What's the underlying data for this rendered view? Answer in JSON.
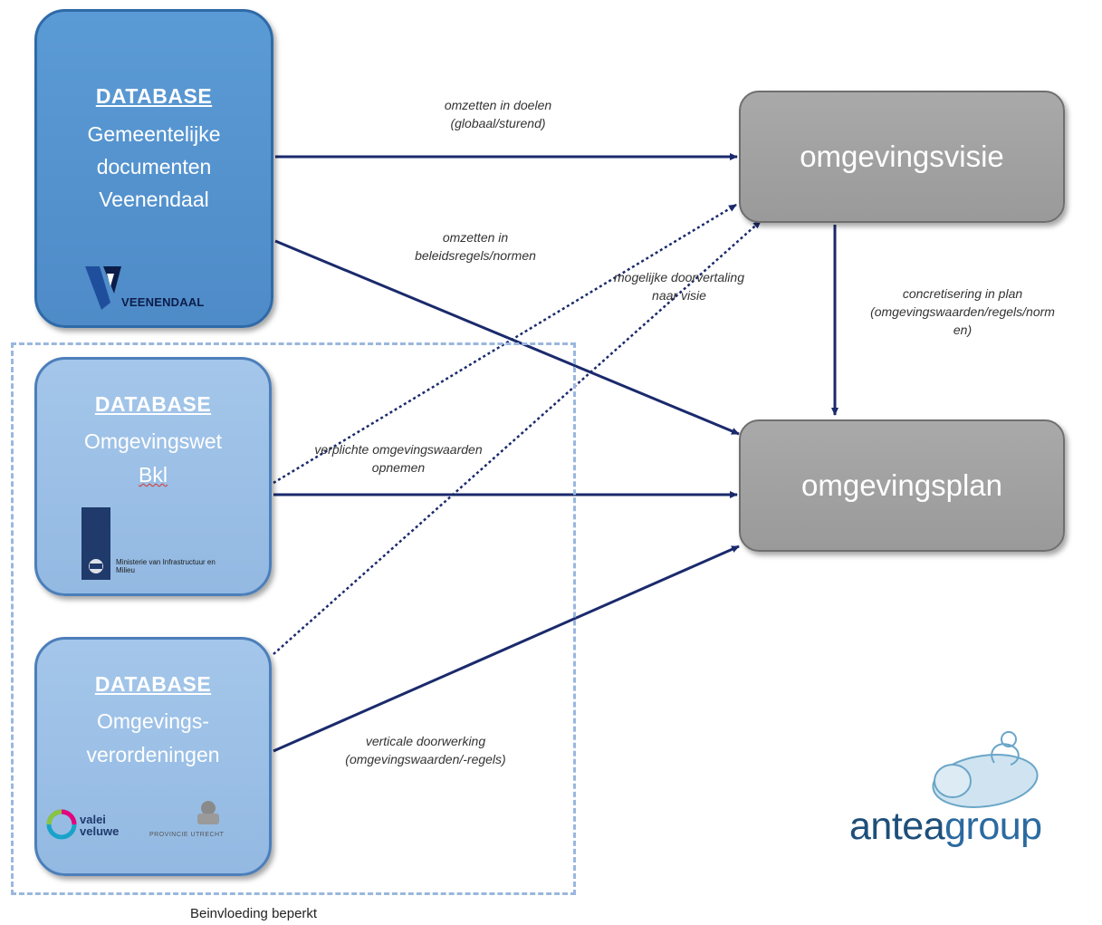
{
  "databases": {
    "main": {
      "title": "DATABASE",
      "line1": "Gemeentelijke",
      "line2": "documenten",
      "line3": "Veenendaal",
      "logo_text": "VEENENDAAL"
    },
    "wet": {
      "title": "DATABASE",
      "line1": "Omgevingswet",
      "line2": "Bkl",
      "logo_text": "Ministerie van Infrastructuur en Milieu"
    },
    "ver": {
      "title": "DATABASE",
      "line1": "Omgevings-",
      "line2": "verordeningen",
      "logo_text": "valei veluwe",
      "logo2_text": "PROVINCIE UTRECHT"
    }
  },
  "targets": {
    "visie": "omgevingsvisie",
    "plan": "omgevingsplan"
  },
  "edge_labels": {
    "doelen_1": "omzetten in doelen",
    "doelen_2": "(globaal/sturend)",
    "beleid_1": "omzetten in",
    "beleid_2": "beleidsregels/normen",
    "mogelijk_1": "mogelijke doorvertaling",
    "mogelijk_2": "naar visie",
    "verplicht_1": "verplichte omgevingswaarden",
    "verplicht_2": "opnemen",
    "concreet_1": "concretisering in plan",
    "concreet_2": "(omgevingswaarden/regels/norm",
    "concreet_3": "en)",
    "verticaal_1": "verticale doorwerking",
    "verticaal_2": "(omgevingswaarden/-regels)"
  },
  "caption": "Beinvloeding beperkt",
  "brand": {
    "name_1": "antea",
    "name_2": "group"
  },
  "colors": {
    "arrow": "#1a2a6c",
    "database_dark": "#5b9bd5",
    "database_light": "#a4c6ea",
    "target_grey": "#a3a3a3",
    "dashed_frame": "#9ab7de"
  }
}
